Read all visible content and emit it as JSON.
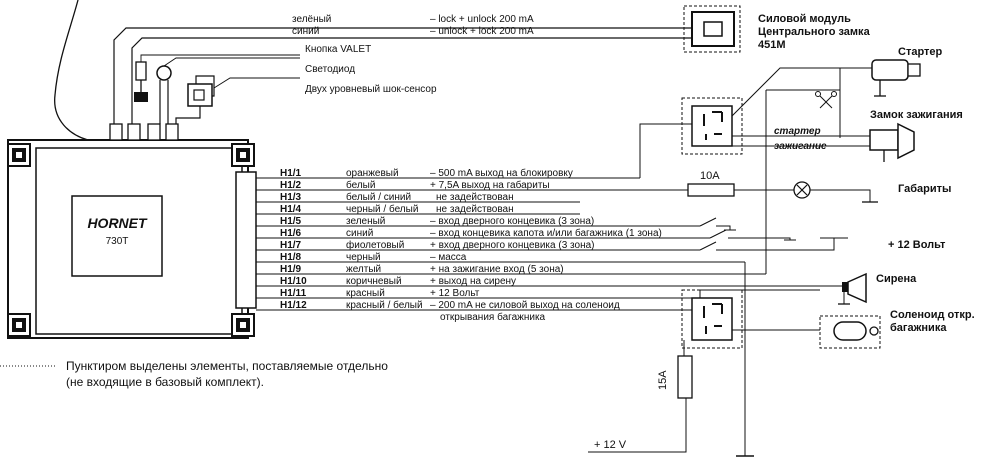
{
  "unit": {
    "brand": "HORNET",
    "model": "730T"
  },
  "top_lines": [
    {
      "color": "зелёный",
      "func": "– lock   + unlock  200 mA"
    },
    {
      "color": "синий",
      "func": "– unlock + lock     200 mA"
    }
  ],
  "accessories": {
    "valet": "Кнопка VALET",
    "led": "Светодиод",
    "shock": "Двух уровневый шок-сенсор"
  },
  "module": {
    "line1": "Силовой модуль",
    "line2": "Центрального замка",
    "line3": "451M"
  },
  "right_labels": {
    "starter": "Стартер",
    "ignition_lock": "Замок зажигания",
    "starter_wire": "стартер",
    "ignition_wire": "зажигание",
    "lights": "Габариты",
    "plus12": "+ 12 Вольт",
    "siren": "Сирена",
    "solenoid1": "Соленоид откр.",
    "solenoid2": "багажника"
  },
  "fuses": {
    "f10a": "10A",
    "f15a": "15A"
  },
  "supply": "+ 12 V",
  "note": {
    "line1": "Пунктиром выделены элементы, поставляемые отдельно",
    "line2": "(не входящие в базовый комплект)."
  },
  "pins": [
    {
      "pin": "H1/1",
      "color": "оранжевый",
      "func": "– 500 mA выход на блокировку"
    },
    {
      "pin": "H1/2",
      "color": "белый",
      "func": "+ 7,5A выход на габариты"
    },
    {
      "pin": "H1/3",
      "color": "белый / синий",
      "func": "не задействован"
    },
    {
      "pin": "H1/4",
      "color": "черный / белый",
      "func": "не задействован"
    },
    {
      "pin": "H1/5",
      "color": "зеленый",
      "func": "– вход дверного концевика (3 зона)"
    },
    {
      "pin": "H1/6",
      "color": "синий",
      "func": "– вход концевика капота и/или багажника (1 зона)"
    },
    {
      "pin": "H1/7",
      "color": "фиолетовый",
      "func": "+ вход дверного концевика (3 зона)"
    },
    {
      "pin": "H1/8",
      "color": "черный",
      "func": "– масса"
    },
    {
      "pin": "H1/9",
      "color": "желтый",
      "func": "+ на зажигание вход (5 зона)"
    },
    {
      "pin": "H1/10",
      "color": "коричневый",
      "func": "+ выход на сирену"
    },
    {
      "pin": "H1/11",
      "color": "красный",
      "func": "+ 12 Вольт"
    },
    {
      "pin": "H1/12",
      "color": "красный / белый",
      "func": "– 200 mA  не силовой выход на соленоид"
    }
  ],
  "pin12_line2": "открывания багажника"
}
